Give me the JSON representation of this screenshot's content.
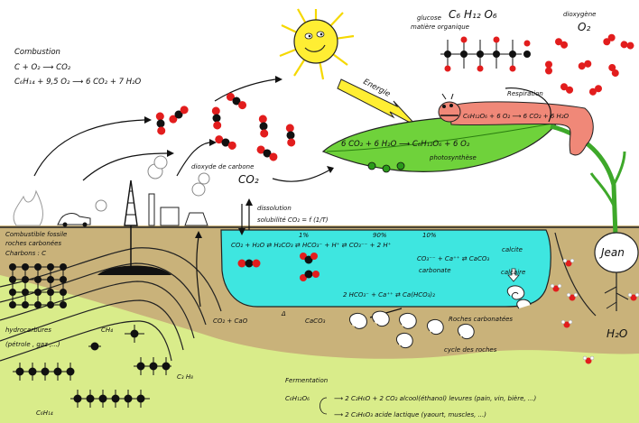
{
  "combustion": {
    "title": "Combustion",
    "eq1": "C + O₂ ⟶ CO₂",
    "eq2": "C₆H₁₄ + 9,5 O₂ ⟶ 6 CO₂ + 7 H₂O"
  },
  "top_right": {
    "glucose_formula": "C₆ H₁₂ O₆",
    "glucose_label_1": "glucose",
    "glucose_label_2": "matière organique",
    "oxygen_label": "dioxygène",
    "oxygen_formula": "O₂"
  },
  "energy": {
    "label": "Energie"
  },
  "respiration": {
    "title": "Respiration",
    "equation": "C₆H₁₂O₆ + 6 O₂ ⟶ 6 CO₂ + 6 H₂O"
  },
  "photosynthesis": {
    "equation": "6 CO₂ + 6 H₂O ⟶ C₆H₁₂O₆ + 6 O₂",
    "label": "photosynthèse"
  },
  "co2": {
    "label": "dioxyde de carbone",
    "formula": "CO₂"
  },
  "dissolution": {
    "line1": "dissolution",
    "line2": "solubilité CO₂ = f (1/T)"
  },
  "fossil": {
    "line1": "Combustible fossile",
    "line2": "roches carbonées",
    "line3": "Charbons : C"
  },
  "ocean": {
    "eq1": "CO₂ + H₂O ⇄ H₂CO₃ ⇄ HCO₃⁻ + H⁺ ⇄ CO₃⁻⁻ + 2 H⁺",
    "pct1": "1%",
    "pct2": "90%",
    "pct3": "10%",
    "calcite": "calcite",
    "eq2": "CO₃⁻⁻ + Ca⁺⁺ ⇄ CaCO₃",
    "carbonate": "carbonate",
    "calcaire": "calcaire",
    "eq3": "2 HCO₃⁻ + Ca⁺⁺ ⇄ Ca(HCO₃)₂"
  },
  "seabed": {
    "eq": "CO₂ + CaO",
    "delta": "Δ",
    "caco3": "CaCO₃",
    "roches": "Roches carbonatées",
    "cycle": "cycle des roches"
  },
  "hydrocarbons": {
    "line1": "hydrocarbures",
    "line2": "(pétrole , gaz ,...)",
    "ch4": "CH₄",
    "c3h8": "C₃ H₈",
    "c6h14": "C₆H₁₄"
  },
  "plant": {
    "name": "Jean",
    "water": "H₂O"
  },
  "fermentation": {
    "title": "Fermentation",
    "reactant": "C₆H₁₂O₆",
    "row1": "⟶ 2 C₂H₆O + 2 CO₂  alcool(éthanol)  levures (pain, vin, bière, ...)",
    "row2": "⟶ 2 C₃H₆O₃  acide lactique (yaourt, muscles, ...)"
  },
  "colors": {
    "sky": "#ffffff",
    "ground": "#c9b27a",
    "grass": "#d9ec8a",
    "ocean": "#3ee6e0",
    "leaf": "#6fd23b",
    "sun": "#ffee33",
    "worm": "#f08878",
    "oxygen": "#e21d1d",
    "carbon": "#111111"
  }
}
